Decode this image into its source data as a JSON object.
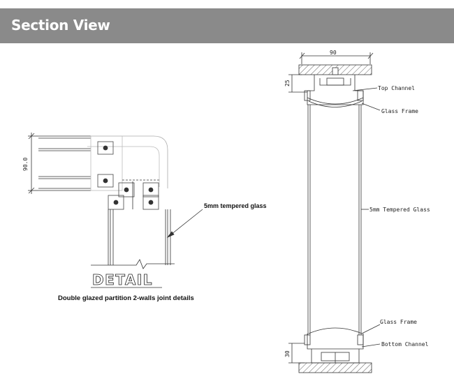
{
  "header": {
    "title": "Section View"
  },
  "left_detail": {
    "dimension": "90.0",
    "glass_label": "5mm tempered glass",
    "detail_title": "DETAIL",
    "caption": "Double glazed partition 2-walls joint details"
  },
  "right_section": {
    "top_dimension": "90",
    "top_height": "25",
    "bottom_height": "30",
    "top_channel": "Top Channel",
    "glass_frame_top": "Glass Frame",
    "tempered_glass": "5mm Tempered Glass",
    "glass_frame_bottom": "Glass Frame",
    "bottom_channel": "Bottom Channel"
  }
}
